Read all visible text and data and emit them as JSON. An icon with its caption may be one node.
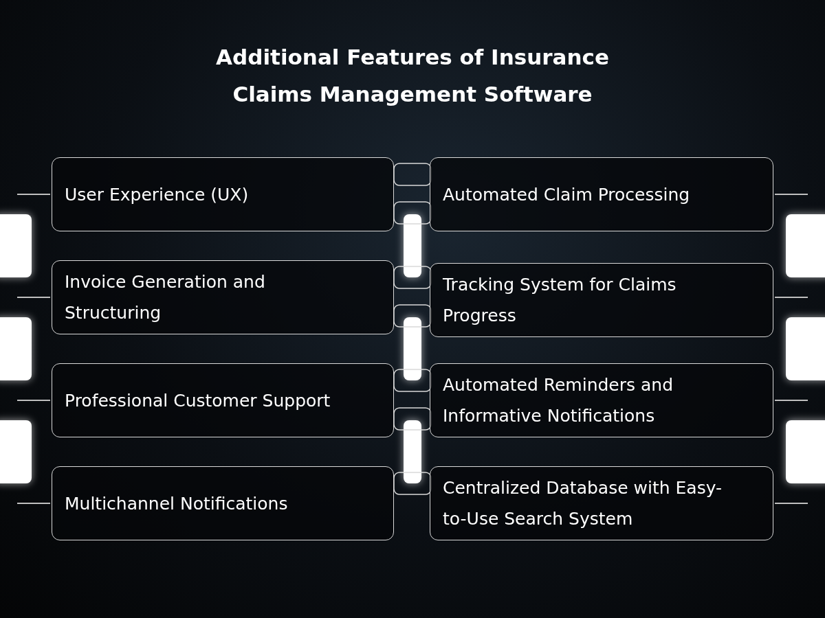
{
  "diagram": {
    "title": "Additional Features of Insurance Claims Management Software",
    "nodes": [
      {
        "text": [
          "User Experience (UX)"
        ]
      },
      {
        "text": [
          "Automated Claim Processing"
        ]
      },
      {
        "text": [
          "Invoice Generation and Structuring"
        ]
      },
      {
        "text": [
          "Tracking System for Claims Progress"
        ]
      },
      {
        "text": [
          "Professional Customer Support"
        ]
      },
      {
        "text": [
          "Automated Reminders and Informative Notifications"
        ]
      },
      {
        "text": [
          "Multichannel Notifications"
        ]
      },
      {
        "text": [
          "Centralized Database with Easy-to-Use Search System"
        ]
      }
    ]
  }
}
